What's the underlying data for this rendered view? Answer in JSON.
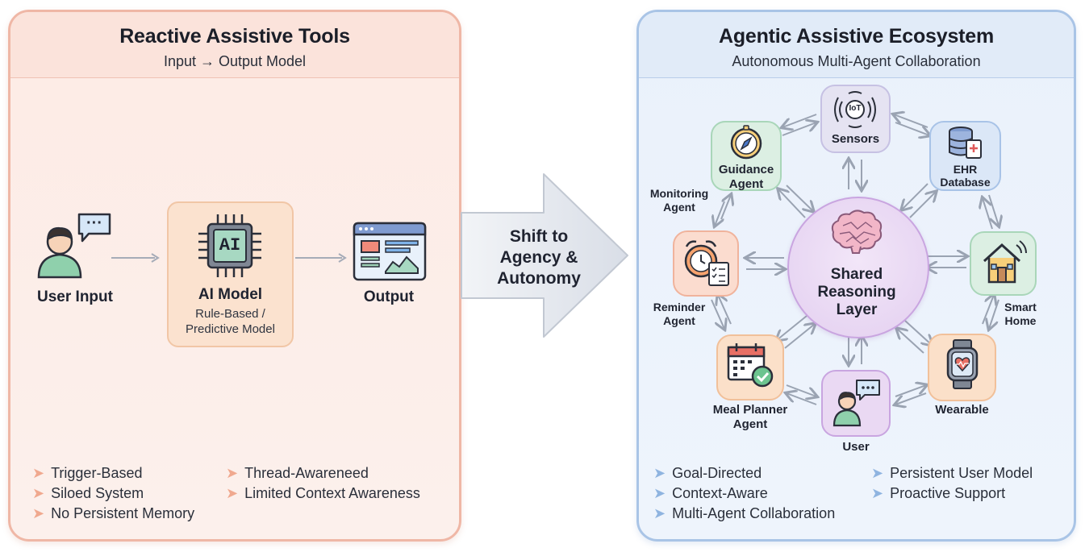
{
  "left_panel": {
    "title": "Reactive Assistive Tools",
    "subtitle": "Input → Output Model",
    "user_input_label": "User Input",
    "ai_chip_text": "AI",
    "ai_model_title": "AI Model",
    "ai_model_sub1": "Rule-Based /",
    "ai_model_sub2": "Predictive Model",
    "output_label": "Output",
    "speech_dots": "···",
    "bullets": [
      "Trigger-Based",
      "Siloed System",
      "No Persistent Memory",
      "Thread-Awareneed",
      "Limited Context Awareness"
    ],
    "bullet_color": "#f0a98f"
  },
  "shift_arrow": {
    "line1": "Shift to",
    "line2": "Agency &",
    "line3": "Autonomy"
  },
  "right_panel": {
    "title": "Agentic Assistive Ecosystem",
    "subtitle": "Autonomous Multi-Agent Collaboration",
    "center_line1": "Shared",
    "center_line2": "Reasoning",
    "center_line3": "Layer",
    "sensors_badge": "IoT",
    "sensors_label": "Sensors",
    "guidance_label1": "Guidance",
    "guidance_label2": "Agent",
    "ehr_label1": "EHR",
    "ehr_label2": "Database",
    "monitoring_label1": "Monitoring",
    "monitoring_label2": "Agent",
    "reminder_label1": "Reminder",
    "reminder_label2": "Agent",
    "smart_home_label1": "Smart",
    "smart_home_label2": "Home",
    "meal_label1": "Meal Planner",
    "meal_label2": "Agent",
    "wearable_label": "Wearable",
    "user_label": "User",
    "bullets": [
      "Goal-Directed",
      "Context-Aware",
      "Multi-Agent Collaboration",
      "Persistent User Model",
      "Proactive Support"
    ],
    "bullet_color": "#8fb4e0"
  },
  "colors": {
    "left_accent": "#efb7a6",
    "right_accent": "#a9c4e6",
    "center_fill": "#ead9f3",
    "center_border": "#c9a5e0"
  }
}
